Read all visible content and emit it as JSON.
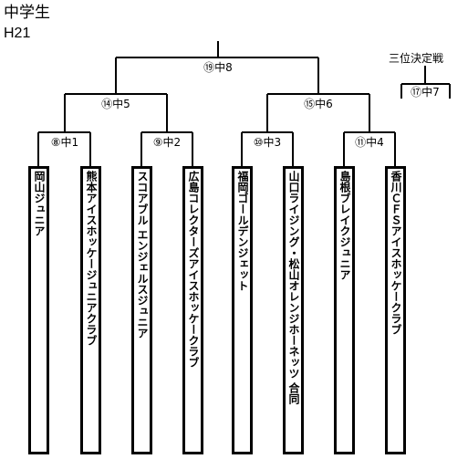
{
  "header": {
    "title": "中学生",
    "season": "H21"
  },
  "bracket": {
    "final": {
      "label": "⑲中8"
    },
    "semifinals": [
      {
        "label": "⑭中5"
      },
      {
        "label": "⑮中6"
      }
    ],
    "first_round": [
      {
        "label": "⑧中1"
      },
      {
        "label": "⑨中2"
      },
      {
        "label": "⑩中3"
      },
      {
        "label": "⑪中4"
      }
    ],
    "third_place": {
      "title": "三位決定戦",
      "label": "⑰中7"
    },
    "teams": [
      {
        "name": "岡山ジュニア"
      },
      {
        "name": "熊本アイスホッケージュニアクラブ"
      },
      {
        "name": "スコアブル エンジェルスジュニア"
      },
      {
        "name": "広島コレクターズアイスホッケークラブ"
      },
      {
        "name": "福岡ゴールデンジェット"
      },
      {
        "name": "山口ライジング・松山オレンジホーネッツ 合同"
      },
      {
        "name": "島根ブレイクジュニア"
      },
      {
        "name": "香川ＣＦＳアイスホッケークラブ"
      }
    ]
  }
}
